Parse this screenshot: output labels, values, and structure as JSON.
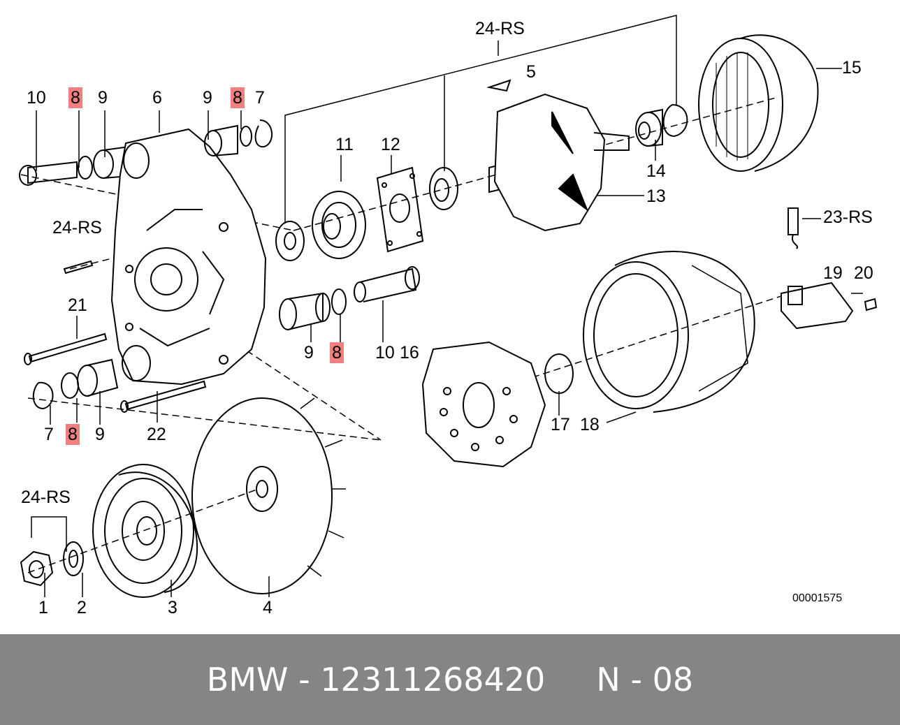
{
  "diagram": {
    "labels": {
      "l10a": "10",
      "l8a": "8",
      "l9a": "9",
      "l6": "6",
      "l9b": "9",
      "l8b": "8",
      "l7a": "7",
      "l24rs_top": "24-RS",
      "l5": "5",
      "l15": "15",
      "l24rs_mid": "24-RS",
      "l11": "11",
      "l12": "12",
      "l14": "14",
      "l13": "13",
      "l23rs": "23-RS",
      "l21": "21",
      "l19": "19",
      "l20": "20",
      "l9c": "9",
      "l8c": "8",
      "l10b": "10",
      "l16": "16",
      "l7b": "7",
      "l8d": "8",
      "l9d": "9",
      "l22": "22",
      "l17": "17",
      "l18": "18",
      "l24rs_low": "24-RS",
      "l1": "1",
      "l2": "2",
      "l3": "3",
      "l4": "4"
    },
    "highlight_color": "#f08080",
    "drawing_code": "00001575"
  },
  "footer": {
    "text": "BMW - 12311268420     N - 08",
    "background": "#858585"
  }
}
